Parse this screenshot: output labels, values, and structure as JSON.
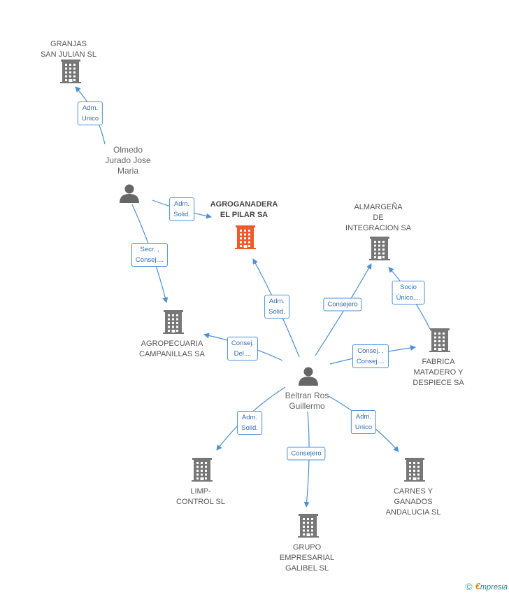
{
  "nodes": {
    "granjas": {
      "label": "GRANJAS\nSAN JULIAN SL",
      "type": "company"
    },
    "olmedo": {
      "label": "Olmedo\nJurado Jose\nMaria",
      "type": "person"
    },
    "agroganadera": {
      "label": "AGROGANADERA\nEL PILAR SA",
      "type": "company-main"
    },
    "almargena": {
      "label": "ALMARGEÑA\nDE\nINTEGRACION SA",
      "type": "company"
    },
    "agropecuaria": {
      "label": "AGROPECUARIA\nCAMPANILLAS SA",
      "type": "company"
    },
    "fabrica": {
      "label": "FABRICA\nMATADERO Y\nDESPIECE SA",
      "type": "company"
    },
    "beltran": {
      "label": "Beltran Ros\nGuillermo",
      "type": "person"
    },
    "limp": {
      "label": "LIMP-\nCONTROL SL",
      "type": "company"
    },
    "carnes": {
      "label": "CARNES Y\nGANADOS\nANDALUCIA SL",
      "type": "company"
    },
    "grupo": {
      "label": "GRUPO\nEMPRESARIAL\nGALIBEL SL",
      "type": "company"
    }
  },
  "edges": [
    {
      "from": "olmedo",
      "to": "granjas",
      "label": "Adm.\nUnico"
    },
    {
      "from": "olmedo",
      "to": "agroganadera",
      "label": "Adm.\nSolid."
    },
    {
      "from": "olmedo",
      "to": "agropecuaria",
      "label": "Secr. ,\nConsej...."
    },
    {
      "from": "beltran",
      "to": "agroganadera",
      "label": "Adm.\nSolid."
    },
    {
      "from": "beltran",
      "to": "almargena",
      "label": "Consejero"
    },
    {
      "from": "fabrica",
      "to": "almargena",
      "label": "Socio\nÚnico,..."
    },
    {
      "from": "beltran",
      "to": "agropecuaria",
      "label": "Consej.\nDel...."
    },
    {
      "from": "beltran",
      "to": "fabrica",
      "label": "Consej. ,\nConsej...."
    },
    {
      "from": "beltran",
      "to": "limp",
      "label": "Adm.\nSolid."
    },
    {
      "from": "beltran",
      "to": "grupo",
      "label": "Consejero"
    },
    {
      "from": "beltran",
      "to": "carnes",
      "label": "Adm.\nUnico"
    }
  ],
  "colors": {
    "edge": "#4a90d9",
    "company": "#777777",
    "main_company": "#f05a28",
    "person": "#666666"
  },
  "footer": {
    "copyright": "©",
    "brand_e": "€",
    "brand_rest": "mpresia"
  }
}
